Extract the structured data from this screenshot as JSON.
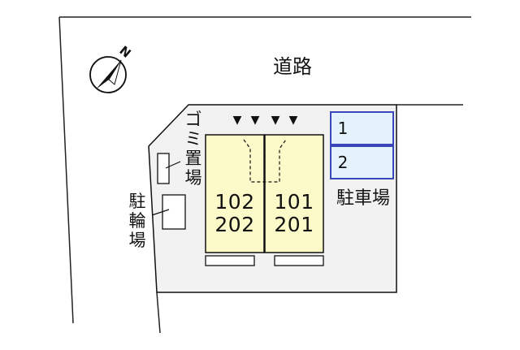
{
  "road": {
    "label": "道路"
  },
  "compass": {
    "north_letter": "N",
    "icon": "north-arrow-icon"
  },
  "building": {
    "units_left": {
      "upper": "102",
      "lower": "202"
    },
    "units_right": {
      "upper": "101",
      "lower": "201"
    },
    "entrance_markers": [
      "▼",
      "▼",
      "▼",
      "▼"
    ]
  },
  "facilities": {
    "garbage": "ゴミ置場",
    "bicycle": "駐輪場",
    "car_parking": "駐車場"
  },
  "parking_slots": [
    "1",
    "2"
  ],
  "colors": {
    "lot_fill": "#f2f2f2",
    "building_fill": "#fcfac9",
    "parking_fill": "#e4f3fb",
    "parking_border": "#3a47b8",
    "outline": "#111111"
  }
}
